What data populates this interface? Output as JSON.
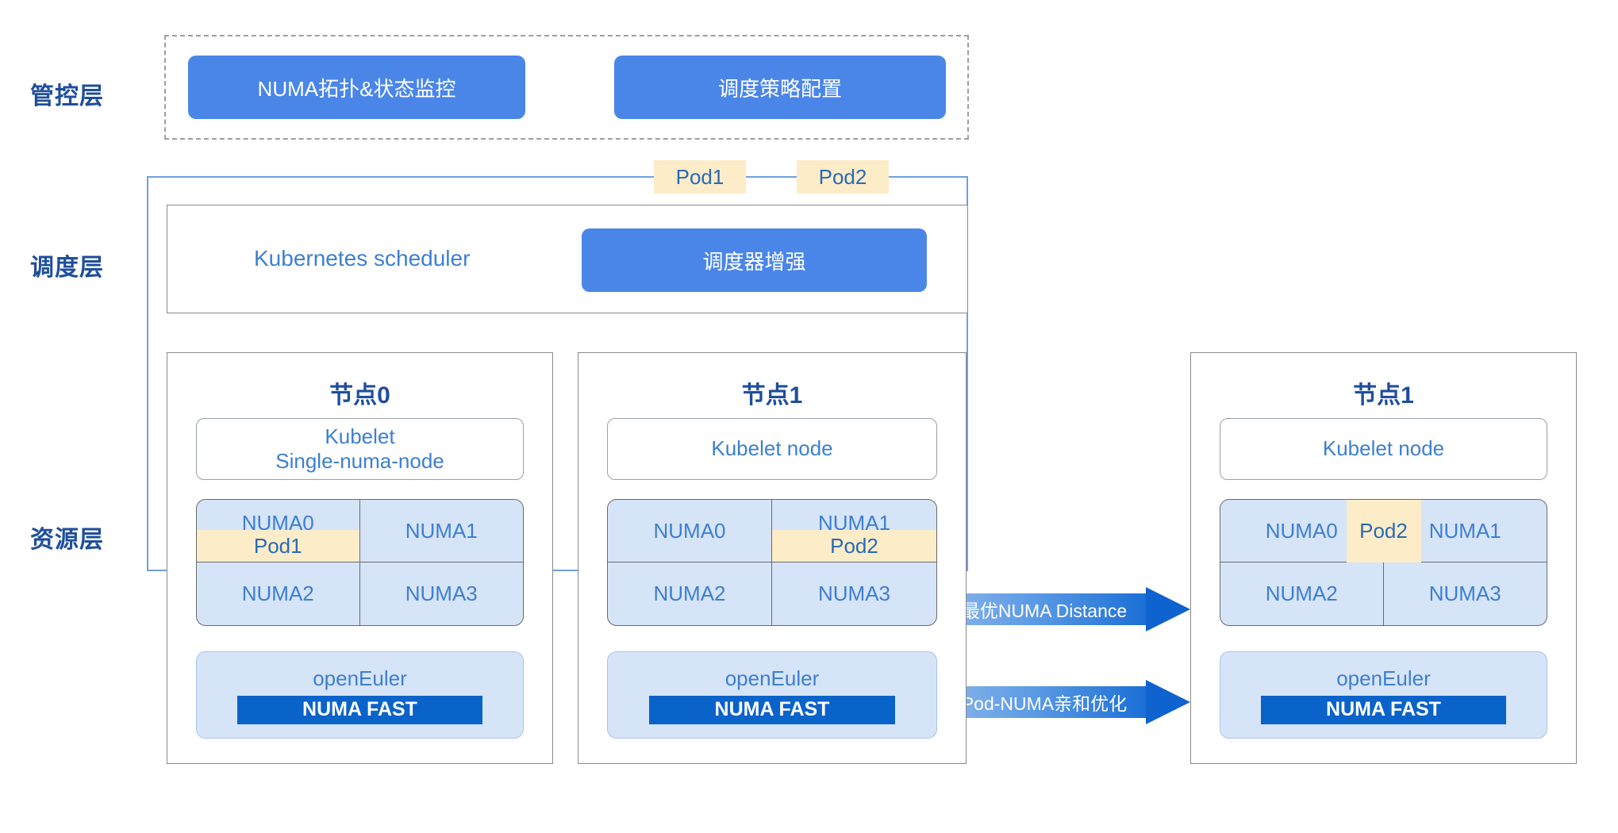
{
  "layers": {
    "control": "管控层",
    "scheduling": "调度层",
    "resource": "资源层"
  },
  "control_layer": {
    "boxes": [
      {
        "label": "NUMA拓扑&状态监控"
      },
      {
        "label": "调度策略配置"
      }
    ]
  },
  "scheduling_layer": {
    "pods": [
      {
        "label": "Pod1"
      },
      {
        "label": "Pod2"
      }
    ],
    "scheduler_label": "Kubernetes  scheduler",
    "enhancement_label": "调度器增强"
  },
  "nodes": [
    {
      "title": "节点0",
      "kubelet_line1": "Kubelet",
      "kubelet_line2": "Single-numa-node",
      "numa": [
        {
          "label": "NUMA0",
          "pod": "Pod1"
        },
        {
          "label": "NUMA1",
          "pod": ""
        },
        {
          "label": "NUMA2",
          "pod": ""
        },
        {
          "label": "NUMA3",
          "pod": ""
        }
      ],
      "os": "openEuler",
      "os_feature": "NUMA FAST"
    },
    {
      "title": "节点1",
      "kubelet_line1": "Kubelet node",
      "kubelet_line2": "",
      "numa": [
        {
          "label": "NUMA0",
          "pod": ""
        },
        {
          "label": "NUMA1",
          "pod": "Pod2"
        },
        {
          "label": "NUMA2",
          "pod": ""
        },
        {
          "label": "NUMA3",
          "pod": ""
        }
      ],
      "os": "openEuler",
      "os_feature": "NUMA FAST"
    },
    {
      "title": "节点1",
      "kubelet_line1": "Kubelet node",
      "kubelet_line2": "",
      "numa": [
        {
          "label": "NUMA0",
          "pod": ""
        },
        {
          "label": "NUMA1",
          "pod": ""
        },
        {
          "label": "NUMA2",
          "pod": ""
        },
        {
          "label": "NUMA3",
          "pod": ""
        }
      ],
      "pod_column": "Pod2",
      "os": "openEuler",
      "os_feature": "NUMA FAST"
    }
  ],
  "arrows": [
    {
      "label": "最优NUMA Distance"
    },
    {
      "label": "Pod-NUMA亲和优化"
    }
  ],
  "colors": {
    "accent_blue": "#4a86e8",
    "deep_blue": "#1f4e9c",
    "link_blue": "#3d7fd1",
    "numa_fill": "#d6e4f7",
    "pod_yellow": "#fdecc8",
    "numa_fast": "#0a63c9",
    "dashed_border": "#9aa0a6"
  }
}
